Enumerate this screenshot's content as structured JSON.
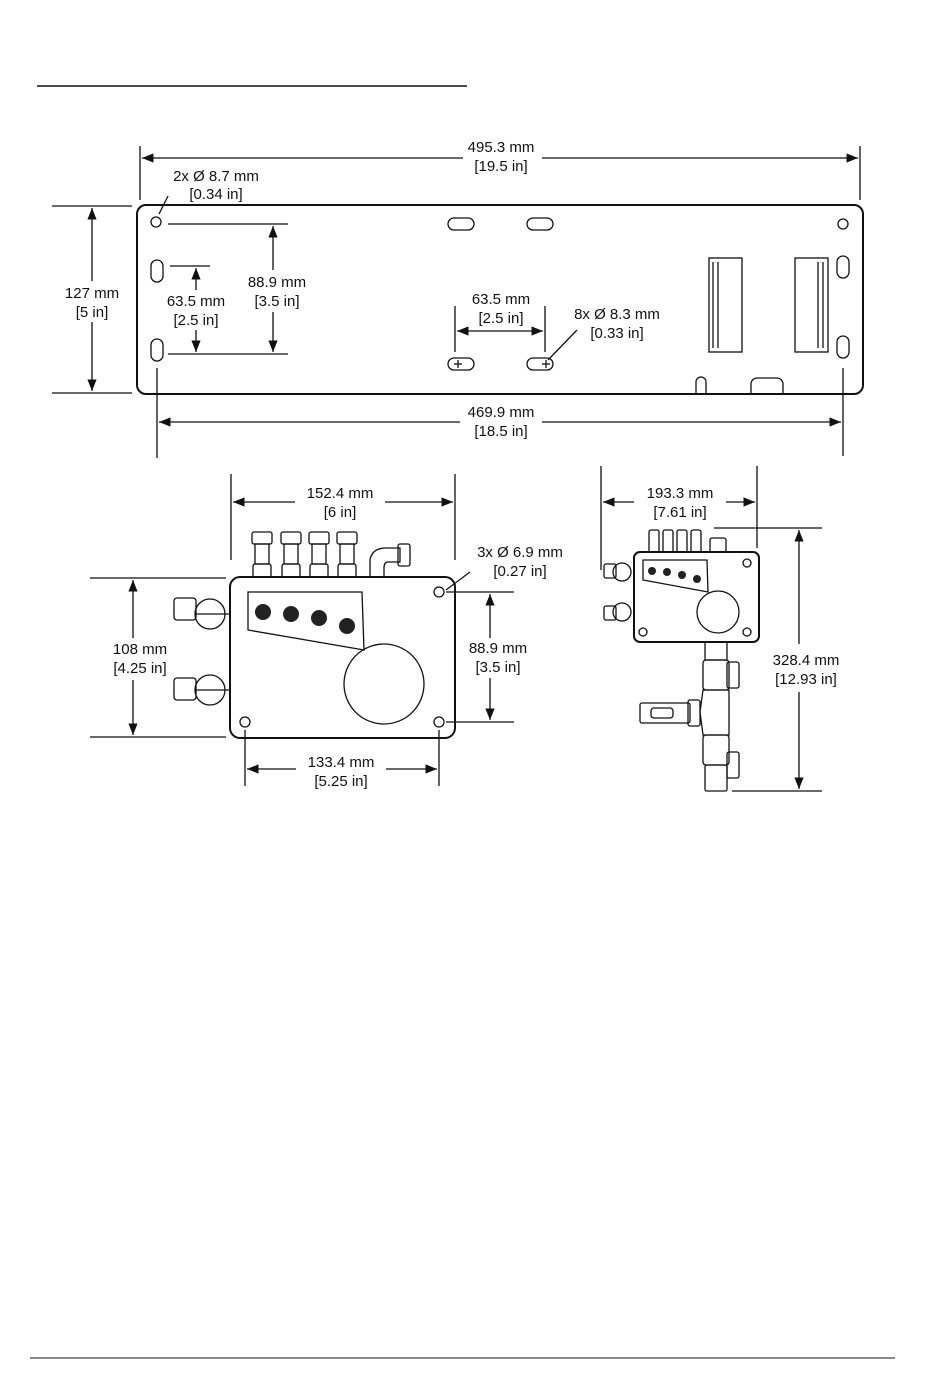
{
  "plate": {
    "width_label": "495.3 mm",
    "width_label_in": "[19.5 in]",
    "hole_label": "2x Ø 8.7 mm",
    "hole_label_in": "[0.34 in]",
    "height_label": "127 mm",
    "height_label_in": "[5 in]",
    "vert_outer_label": "88.9 mm",
    "vert_outer_label_in": "[3.5 in]",
    "vert_inner_label": "63.5 mm",
    "vert_inner_label_in": "[2.5 in]",
    "horiz_slot_label": "63.5 mm",
    "horiz_slot_label_in": "[2.5 in]",
    "slot_label": "8x Ø 8.3 mm",
    "slot_label_in": "[0.33 in]",
    "bottom_label": "469.9 mm",
    "bottom_label_in": "[18.5 in]"
  },
  "front": {
    "width_label": "152.4 mm",
    "width_label_in": "[6 in]",
    "hole_label": "3x Ø 6.9 mm",
    "hole_label_in": "[0.27 in]",
    "height_label": "108 mm",
    "height_label_in": "[4.25 in]",
    "hole_vert_label": "88.9 mm",
    "hole_vert_label_in": "[3.5 in]",
    "hole_horiz_label": "133.4 mm",
    "hole_horiz_label_in": "[5.25 in]"
  },
  "assembly": {
    "width_label": "193.3 mm",
    "width_label_in": "[7.61 in]",
    "height_label": "328.4 mm",
    "height_label_in": "[12.93 in]"
  },
  "icons": [
    "arrow-head",
    "fitting",
    "valve-knob",
    "mounting-hole"
  ]
}
